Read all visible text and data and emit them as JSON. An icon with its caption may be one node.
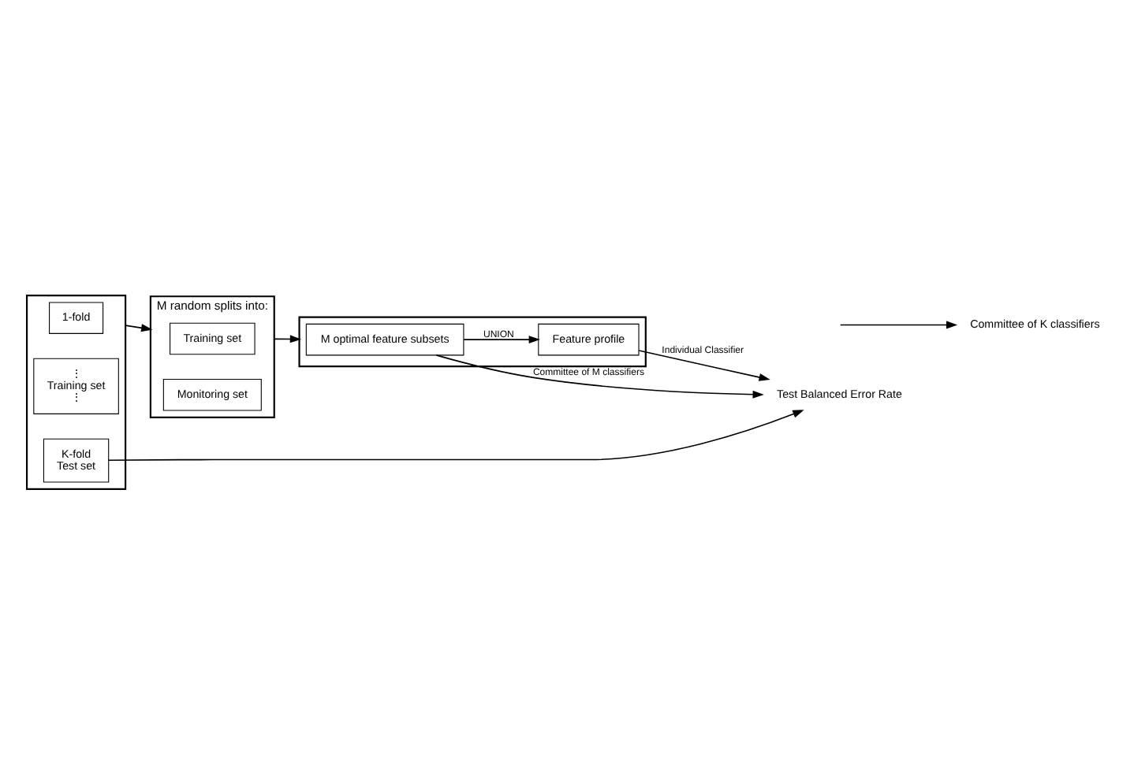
{
  "diagram": {
    "nodes": [
      {
        "text": [],
        "shape": "box"
      },
      {
        "text": [
          "1-fold"
        ],
        "in": 0
      },
      {
        "text": [
          "⋮",
          "Training set",
          "⋮"
        ],
        "in": 0
      },
      {
        "text": [
          "K-fold",
          "Test set"
        ],
        "in": 0
      },
      {
        "text": [
          "M random splits into:"
        ]
      },
      {
        "text": [
          "Training set"
        ],
        "in": 4
      },
      {
        "text": [
          "Monitoring set"
        ],
        "in": 4
      },
      {
        "text": [],
        "shape": "box"
      },
      {
        "text": [
          "M optimal feature subsets"
        ],
        "in": 7
      },
      {
        "text": [
          "Feature profile"
        ],
        "in": 7
      },
      {
        "text": [
          "Test Balanced Error Rate"
        ]
      },
      {
        "text": [
          "Committee of K classifiers"
        ]
      }
    ],
    "edges": [
      {
        "from": 0,
        "to": 4,
        "arrow": "to"
      },
      {
        "from": 4,
        "to": 7,
        "arrow": "to"
      },
      {
        "from": 8,
        "to": 9,
        "arrow": "to",
        "label": "UNION"
      },
      {
        "from": 3,
        "to": 10,
        "arrow": "to"
      },
      {
        "from": 8,
        "to": 10,
        "arrow": "to",
        "label": "Committee of M classifiers"
      },
      {
        "from": 9,
        "to": 10,
        "arrow": "to",
        "label": "Individual Classifier"
      },
      {
        "from": null,
        "to": 11,
        "arrow": "to"
      }
    ]
  }
}
